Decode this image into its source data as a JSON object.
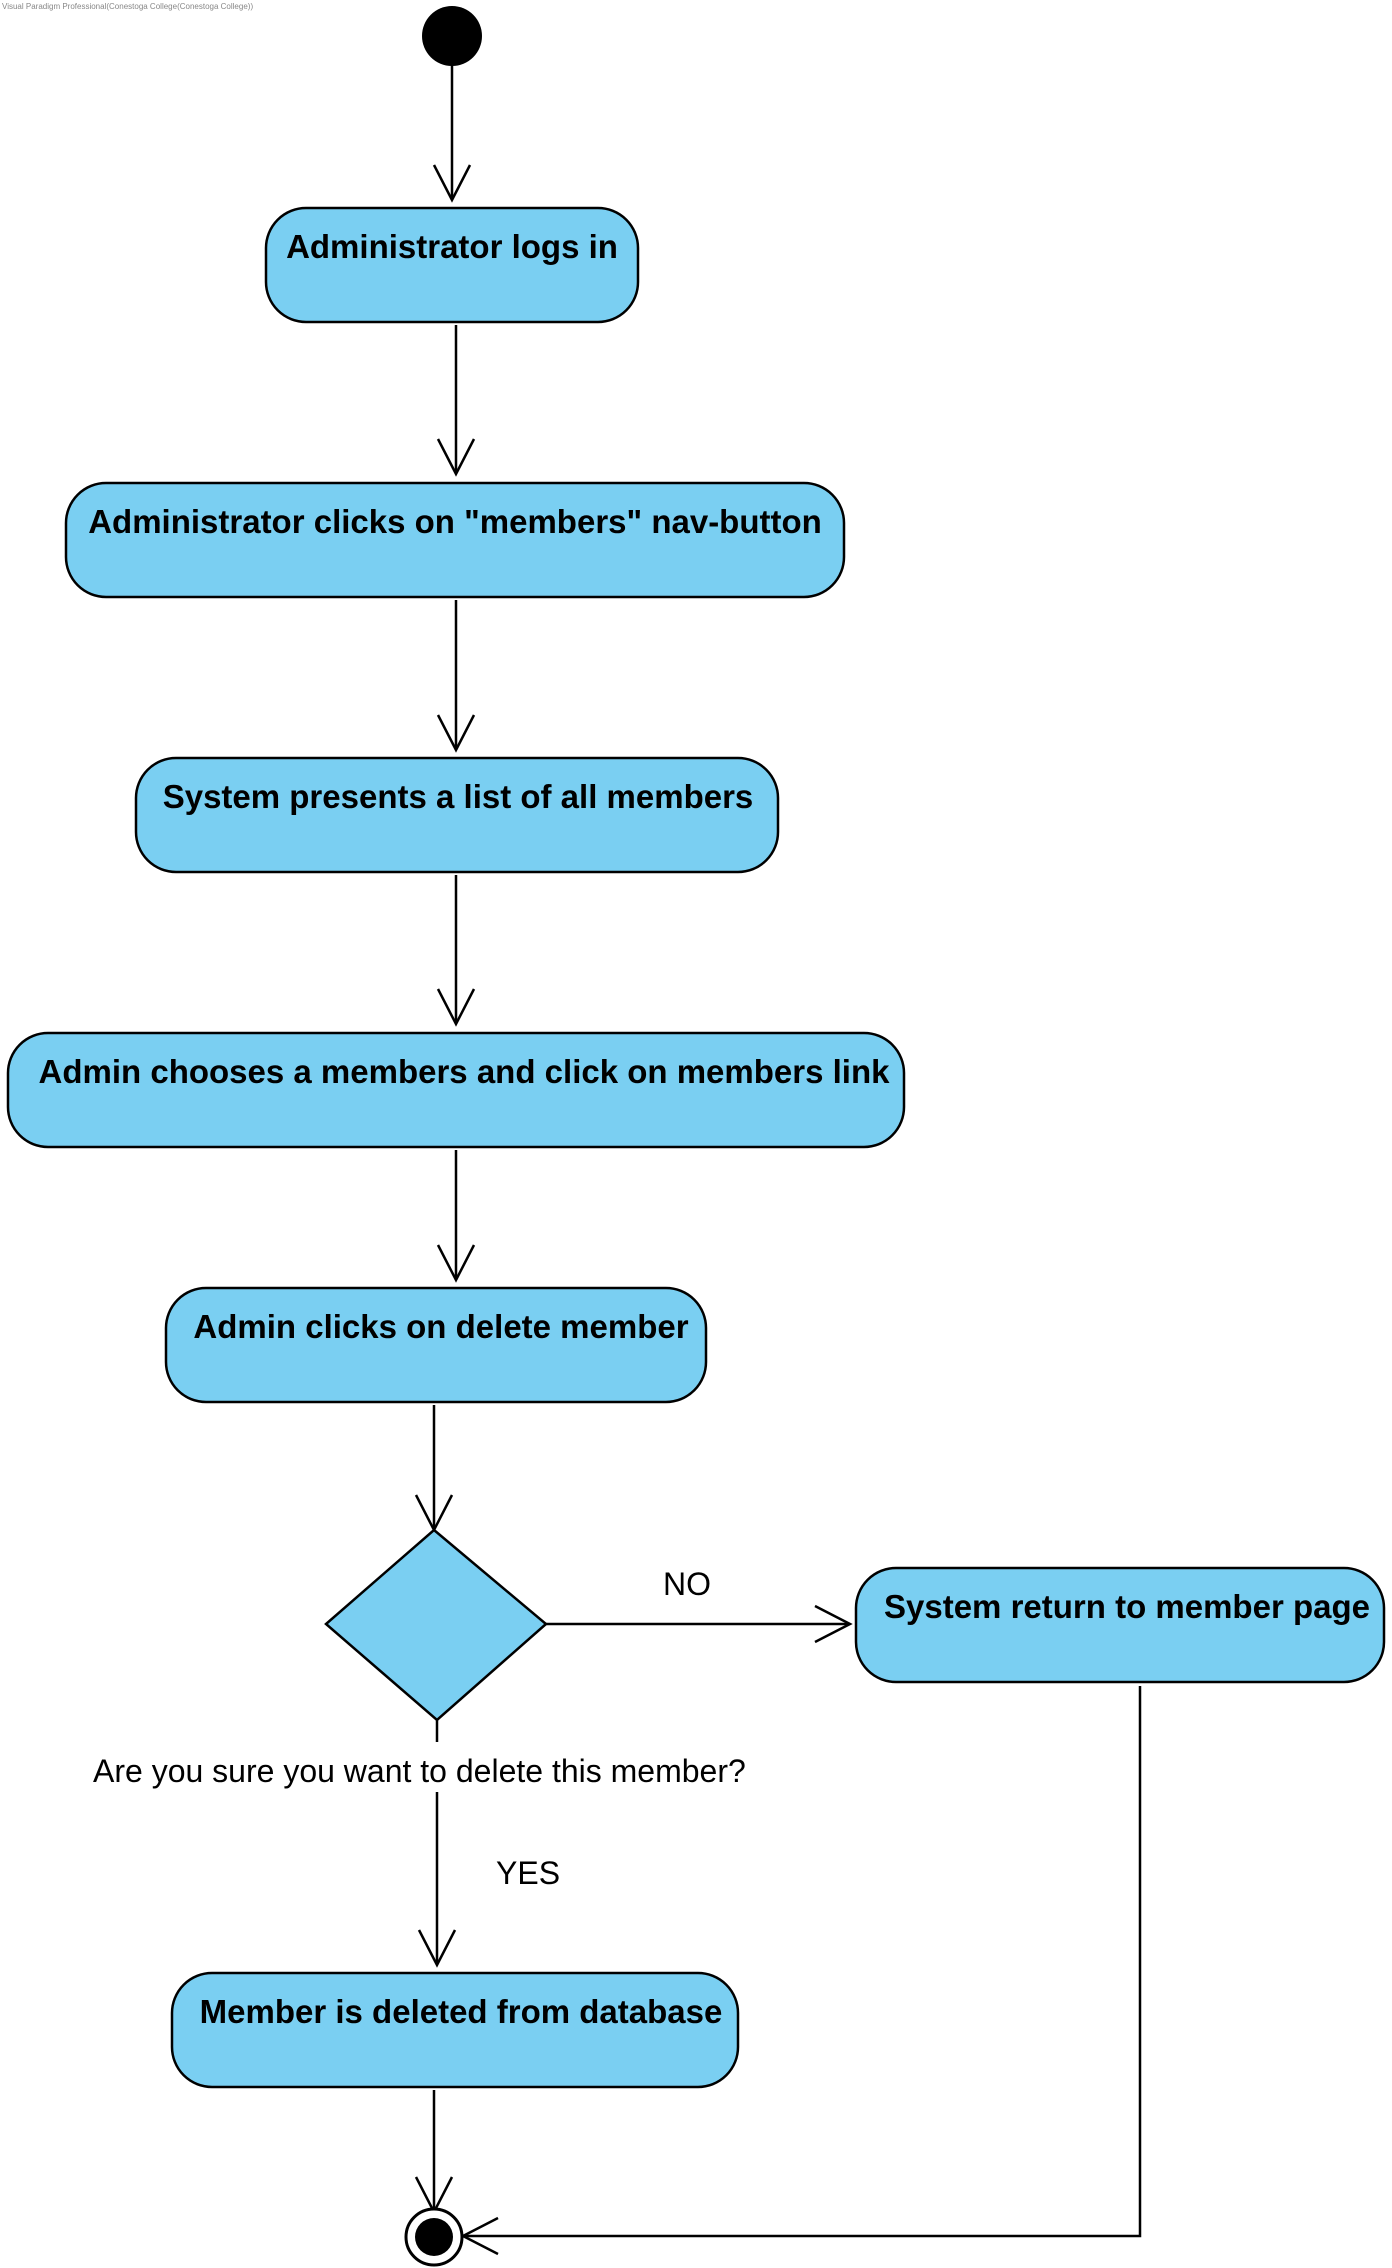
{
  "watermark": "Visual Paradigm Professional(Conestoga College(Conestoga College))",
  "colors": {
    "node_fill": "#7ACFF2",
    "stroke": "#000000",
    "background": "#FFFFFF"
  },
  "nodes": {
    "login": "Administrator logs in",
    "members_nav": "Administrator clicks on \"members\" nav-button",
    "list": "System presents a list of all members",
    "choose": "Admin chooses a members and click on members link",
    "delete_click": "Admin clicks on delete member",
    "return_page": "System return to member page",
    "deleted": "Member is deleted from database"
  },
  "decision": {
    "question": "Are you sure you want to delete this member?",
    "no_label": "NO",
    "yes_label": "YES"
  }
}
